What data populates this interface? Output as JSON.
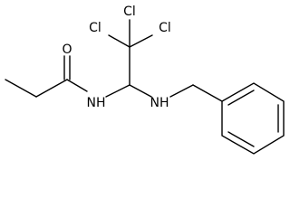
{
  "diagram": {
    "atoms": {
      "oxygen": "O",
      "amide_nitrogen": "NH",
      "amine_nitrogen": "NH",
      "chlorine_1": "Cl",
      "chlorine_2": "Cl",
      "chlorine_3": "Cl"
    }
  }
}
